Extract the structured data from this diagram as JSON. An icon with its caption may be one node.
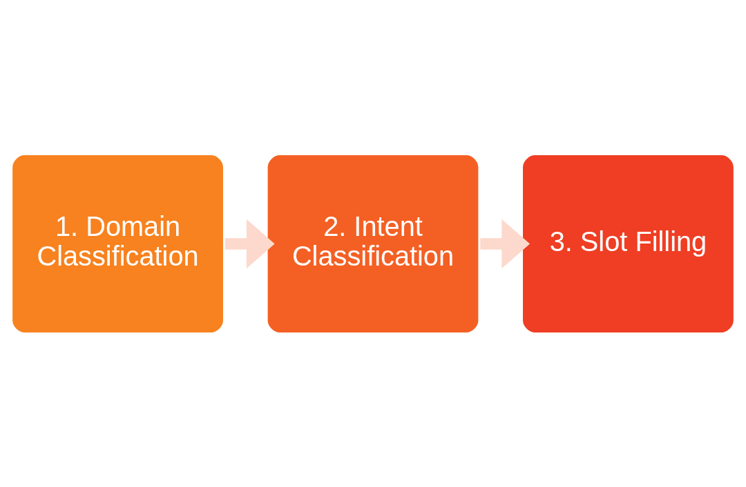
{
  "diagram": {
    "nodes": [
      {
        "text": [
          "1. Domain Classification"
        ]
      },
      {
        "text": [
          "2. Intent Classification"
        ]
      },
      {
        "text": [
          "3. Slot Filling"
        ]
      }
    ],
    "edges": [
      {
        "from": 0,
        "to": 1,
        "arrow": "to"
      },
      {
        "from": 1,
        "to": 2,
        "arrow": "to"
      }
    ]
  }
}
